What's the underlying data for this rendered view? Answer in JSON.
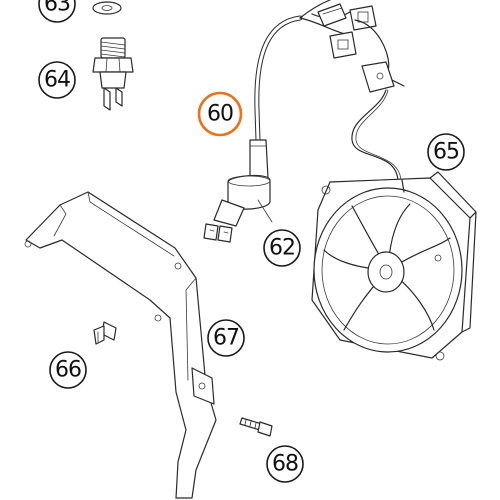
{
  "colors": {
    "highlight": "#e8731c",
    "line": "#2a2a2a",
    "background": "#ffffff"
  },
  "callouts": [
    {
      "label": "63",
      "highlighted": false
    },
    {
      "label": "64",
      "highlighted": false
    },
    {
      "label": "60",
      "highlighted": true
    },
    {
      "label": "65",
      "highlighted": false
    },
    {
      "label": "62",
      "highlighted": false
    },
    {
      "label": "67",
      "highlighted": false
    },
    {
      "label": "66",
      "highlighted": false
    },
    {
      "label": "68",
      "highlighted": false
    }
  ]
}
